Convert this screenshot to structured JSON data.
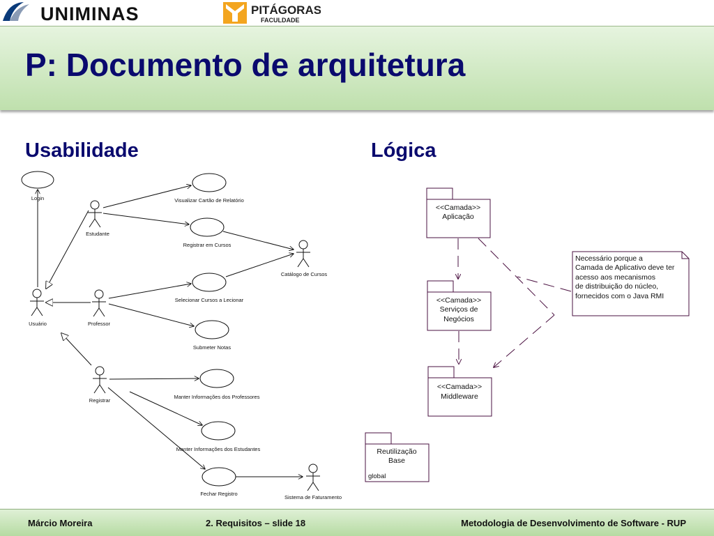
{
  "header": {
    "logo_uniminas": "UNIMINAS",
    "logo_pitagoras": "PITÁGORAS",
    "logo_pitagoras_sub": "FACULDADE"
  },
  "slide": {
    "title": "P: Documento de arquitetura",
    "left_heading": "Usabilidade",
    "right_heading": "Lógica"
  },
  "use_case_diagram": {
    "actors": {
      "estudante": "Estudante",
      "usuario": "Usuário",
      "professor": "Professor",
      "registrar": "Registrar",
      "catalogo": "Catálogo de Cursos",
      "faturamento": "Sistema de Faturamento"
    },
    "use_cases": {
      "login": "Login",
      "visualizar": "Visualizar Cartão de Relatório",
      "registrar_cursos": "Registrar em Cursos",
      "selecionar": "Selecionar Cursos a Lecionar",
      "submeter": "Submeter Notas",
      "manter_prof": "Manter Informações dos Professores",
      "manter_est": "Manter Informações dos Estudantes",
      "fechar": "Fechar Registro"
    }
  },
  "logical_diagram": {
    "aplicacao": [
      "<<Camada>>",
      "Aplicação"
    ],
    "servicos": [
      "<<Camada>>",
      "Serviços de",
      "Negócios"
    ],
    "middleware": [
      "<<Camada>>",
      "Middleware"
    ],
    "reutilizacao": [
      "Reutilização",
      "Base"
    ],
    "reutilizacao_tag": "global",
    "note": [
      "Necessário porque a",
      "Camada de Aplicativo  deve ter",
      "acesso aos mecanismos",
      "de distribuição do núcleo,",
      "fornecidos com o Java RMI"
    ]
  },
  "footer": {
    "author": "Márcio Moreira",
    "slide_ref": "2. Requisitos – slide 18",
    "course": "Metodologia de Desenvolvimento de Software - RUP"
  },
  "colors": {
    "title_text": "#0a0a6e",
    "package_border": "#4a1040",
    "title_band": "#bfe0ad"
  }
}
